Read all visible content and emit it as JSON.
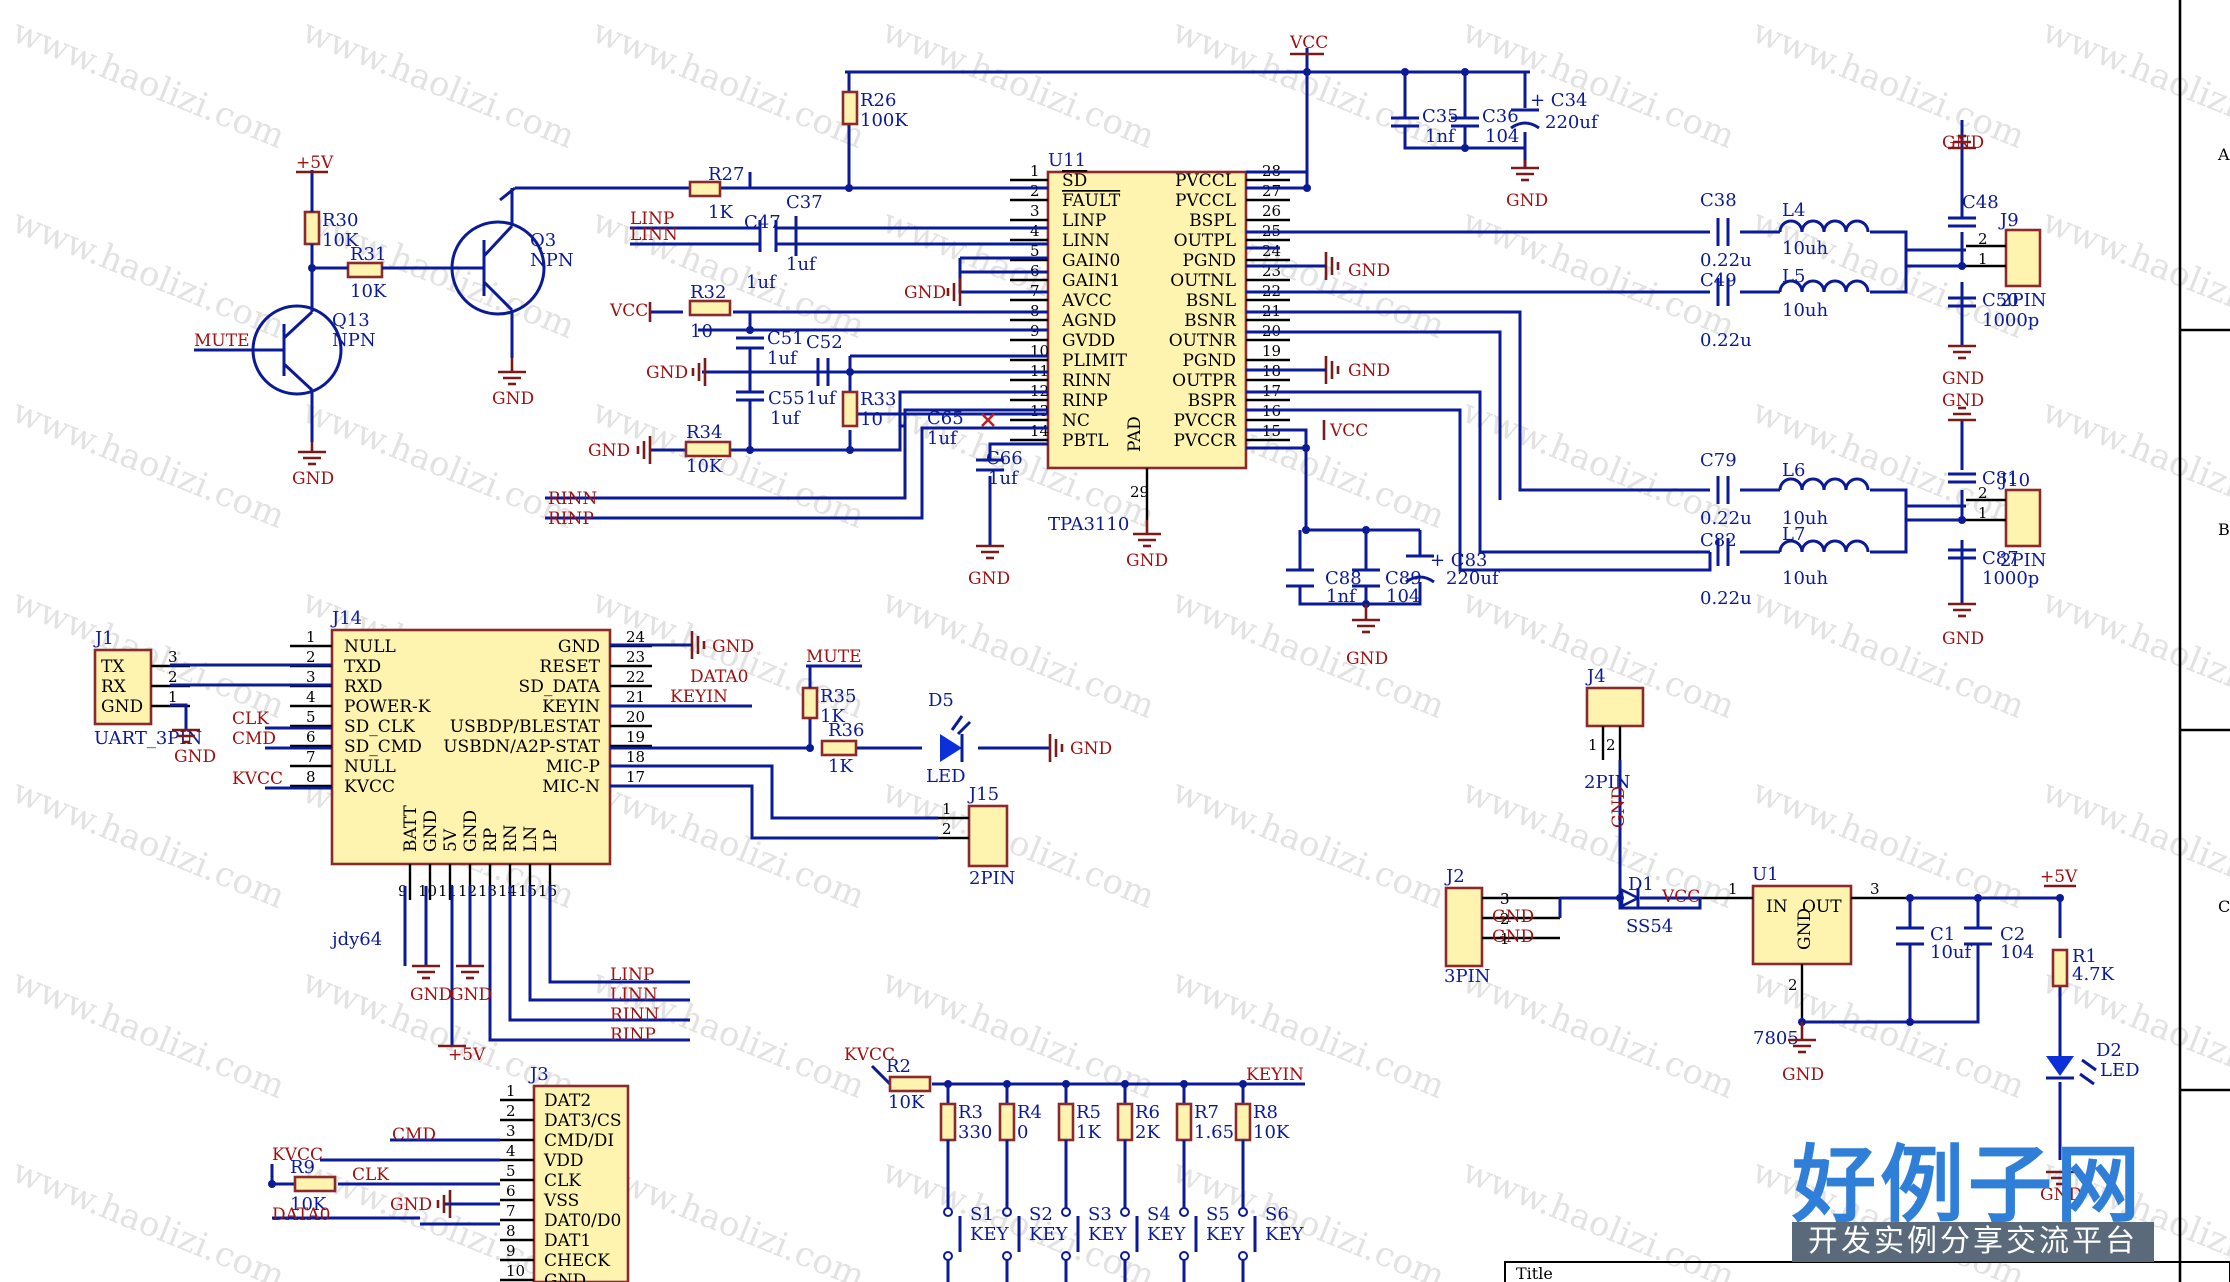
{
  "watermark": "www.haolizi.com",
  "frame": {
    "rows": [
      "A",
      "B",
      "C"
    ],
    "title_label": "Title"
  },
  "logo": {
    "main": "好例子网",
    "sub": "开发实例分享交流平台"
  },
  "nets": {
    "vcc": "VCC",
    "gnd": "GND",
    "p5v": "+5V",
    "mute": "MUTE",
    "linp": "LINP",
    "linn": "LINN",
    "rinn": "RINN",
    "rinp": "RINP",
    "clk": "CLK",
    "cmd": "CMD",
    "kvcc": "KVCC",
    "data0": "DATA0",
    "keyin": "KEYIN"
  },
  "u11": {
    "des": "U11",
    "part": "TPA3110",
    "left": [
      {
        "n": "1",
        "name": "SD"
      },
      {
        "n": "2",
        "name": "FAULT"
      },
      {
        "n": "3",
        "name": "LINP"
      },
      {
        "n": "4",
        "name": "LINN"
      },
      {
        "n": "5",
        "name": "GAIN0"
      },
      {
        "n": "6",
        "name": "GAIN1"
      },
      {
        "n": "7",
        "name": "AVCC"
      },
      {
        "n": "8",
        "name": "AGND"
      },
      {
        "n": "9",
        "name": "GVDD"
      },
      {
        "n": "10",
        "name": "PLIMIT"
      },
      {
        "n": "11",
        "name": "RINN"
      },
      {
        "n": "12",
        "name": "RINP"
      },
      {
        "n": "13",
        "name": "NC"
      },
      {
        "n": "14",
        "name": "PBTL"
      }
    ],
    "right": [
      {
        "n": "28",
        "name": "PVCCL"
      },
      {
        "n": "27",
        "name": "PVCCL"
      },
      {
        "n": "26",
        "name": "BSPL"
      },
      {
        "n": "25",
        "name": "OUTPL"
      },
      {
        "n": "24",
        "name": "PGND"
      },
      {
        "n": "23",
        "name": "OUTNL"
      },
      {
        "n": "22",
        "name": "BSNL"
      },
      {
        "n": "21",
        "name": "BSNR"
      },
      {
        "n": "20",
        "name": "OUTNR"
      },
      {
        "n": "19",
        "name": "PGND"
      },
      {
        "n": "18",
        "name": "OUTPR"
      },
      {
        "n": "17",
        "name": "BSPR"
      },
      {
        "n": "16",
        "name": "PVCCR"
      },
      {
        "n": "15",
        "name": "PVCCR"
      }
    ],
    "pad": "PAD",
    "pad_pin": "29"
  },
  "j14": {
    "des": "J14",
    "part": "jdy64",
    "left": [
      {
        "n": "1",
        "name": "NULL"
      },
      {
        "n": "2",
        "name": "TXD"
      },
      {
        "n": "3",
        "name": "RXD"
      },
      {
        "n": "4",
        "name": "POWER-K"
      },
      {
        "n": "5",
        "name": "SD_CLK"
      },
      {
        "n": "6",
        "name": "SD_CMD"
      },
      {
        "n": "7",
        "name": "NULL"
      },
      {
        "n": "8",
        "name": "KVCC"
      }
    ],
    "right": [
      {
        "n": "24",
        "name": "GND"
      },
      {
        "n": "23",
        "name": "RESET"
      },
      {
        "n": "22",
        "name": "SD_DATA"
      },
      {
        "n": "21",
        "name": "KEYIN"
      },
      {
        "n": "20",
        "name": "USBDP/BLESTAT"
      },
      {
        "n": "19",
        "name": "USBDN/A2P-STAT"
      },
      {
        "n": "18",
        "name": "MIC-P"
      },
      {
        "n": "17",
        "name": "MIC-N"
      }
    ],
    "bottom": [
      {
        "n": "9",
        "name": "BATT"
      },
      {
        "n": "10",
        "name": "GND"
      },
      {
        "n": "11",
        "name": "5V"
      },
      {
        "n": "12",
        "name": "GND"
      },
      {
        "n": "13",
        "name": "RP"
      },
      {
        "n": "14",
        "name": "RN"
      },
      {
        "n": "15",
        "name": "LN"
      },
      {
        "n": "16",
        "name": "LP"
      }
    ]
  },
  "j1": {
    "des": "J1",
    "part": "UART_3PIN",
    "pins": [
      "TX",
      "RX",
      "GND"
    ],
    "nums": [
      "3",
      "2",
      "1"
    ]
  },
  "j3": {
    "des": "J3",
    "pins": [
      "DAT2",
      "DAT3/CS",
      "CMD/DI",
      "VDD",
      "CLK",
      "VSS",
      "DAT0/D0",
      "DAT1",
      "CHECK",
      "GND"
    ],
    "nums": [
      "1",
      "2",
      "3",
      "4",
      "5",
      "6",
      "7",
      "8",
      "9",
      "10"
    ]
  },
  "j15": {
    "des": "J15",
    "part": "2PIN"
  },
  "j4": {
    "des": "J4",
    "part": "2PIN"
  },
  "j2": {
    "des": "J2",
    "part": "3PIN"
  },
  "j9": {
    "des": "J9",
    "part": "2PIN"
  },
  "j10": {
    "des": "J10",
    "part": "2PIN"
  },
  "u1": {
    "des": "U1",
    "part": "7805",
    "in": "IN",
    "out": "OUT",
    "gnd": "GND"
  },
  "d1": {
    "des": "D1",
    "part": "SS54"
  },
  "d2": {
    "des": "D2",
    "part": "LED"
  },
  "d5": {
    "des": "D5",
    "part": "LED"
  },
  "q3": {
    "des": "Q3",
    "part": "NPN"
  },
  "q13": {
    "des": "Q13",
    "part": "NPN"
  },
  "components": {
    "R26": "100K",
    "R27": "1K",
    "R30": "10K",
    "R31": "10K",
    "R32": "10",
    "R33": "10",
    "R34": "10K",
    "R35": "1K",
    "R36": "1K",
    "R1": "4.7K",
    "R2": "10K",
    "R9": "10K",
    "C35": "1nf",
    "C36": "104",
    "C34": "220uf",
    "C37": "1uf",
    "C47": "1uf",
    "C51": "1uf",
    "C52": "1uf",
    "C55": "1uf",
    "C65": "1uf",
    "C66": "1uf",
    "C38": "0.22u",
    "C49": "0.22u",
    "C79": "0.22u",
    "C82": "0.22u",
    "C48": "",
    "C50": "1000p",
    "C81": "",
    "C87": "1000p",
    "C88": "1nf",
    "C89": "104",
    "C83": "220uf",
    "C1": "10uf",
    "C2": "104",
    "L4": "10uh",
    "L5": "10uh",
    "L6": "10uh",
    "L7": "10uh"
  },
  "keys": [
    {
      "r": "R3",
      "val": "330",
      "s": "S1"
    },
    {
      "r": "R4",
      "val": "0",
      "s": "S2"
    },
    {
      "r": "R5",
      "val": "1K",
      "s": "S3"
    },
    {
      "r": "R6",
      "val": "2K",
      "s": "S4"
    },
    {
      "r": "R7",
      "val": "1.65K",
      "s": "S5"
    },
    {
      "r": "R8",
      "val": "10K",
      "s": "S6"
    }
  ],
  "key_label": "KEY"
}
